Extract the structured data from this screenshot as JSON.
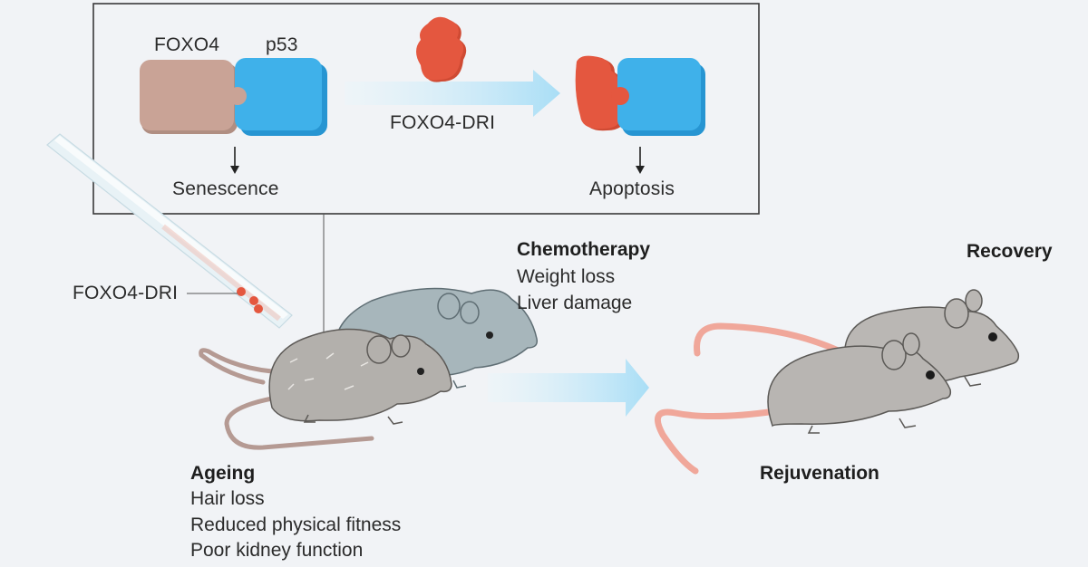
{
  "inset": {
    "foxo4_label": "FOXO4",
    "p53_label": "p53",
    "drug_label": "FOXO4-DRI",
    "left_outcome": "Senescence",
    "right_outcome": "Apoptosis"
  },
  "syringe_label": "FOXO4-DRI",
  "chemotherapy": {
    "title": "Chemotherapy",
    "effects": [
      "Weight loss",
      "Liver damage"
    ]
  },
  "ageing": {
    "title": "Ageing",
    "effects": [
      "Hair loss",
      "Reduced physical fitness",
      "Poor kidney function"
    ]
  },
  "recovery_label": "Recovery",
  "rejuvenation_label": "Rejuvenation",
  "colors": {
    "foxo4": "#c9a396",
    "p53": "#3fb1ea",
    "drug": "#e4573f",
    "arrow": "#bfe6f8",
    "old_mouse": "#b3b0ac",
    "chemo_mouse": "#a7b6bb",
    "young_mouse": "#b8b5b2",
    "tail": "#f0a79a"
  }
}
